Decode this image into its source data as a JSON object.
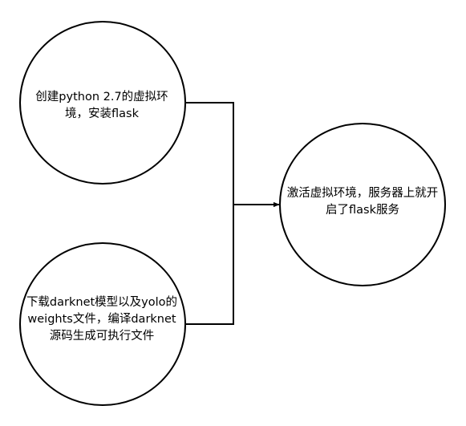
{
  "diagram": {
    "nodes": [
      {
        "id": "node-1",
        "label": "创建python 2.7的虚拟环境，安装flask"
      },
      {
        "id": "node-2",
        "label": "下载darknet模型以及yolo的weights文件，编译darknet源码生成可执行文件"
      },
      {
        "id": "node-3",
        "label": "激活虚拟环境，服务器上就开启了flask服务"
      }
    ],
    "edges": [
      {
        "from": "node-1",
        "to": "node-3"
      },
      {
        "from": "node-2",
        "to": "node-3"
      }
    ],
    "colors": {
      "stroke": "#000000",
      "fill": "#ffffff"
    }
  }
}
